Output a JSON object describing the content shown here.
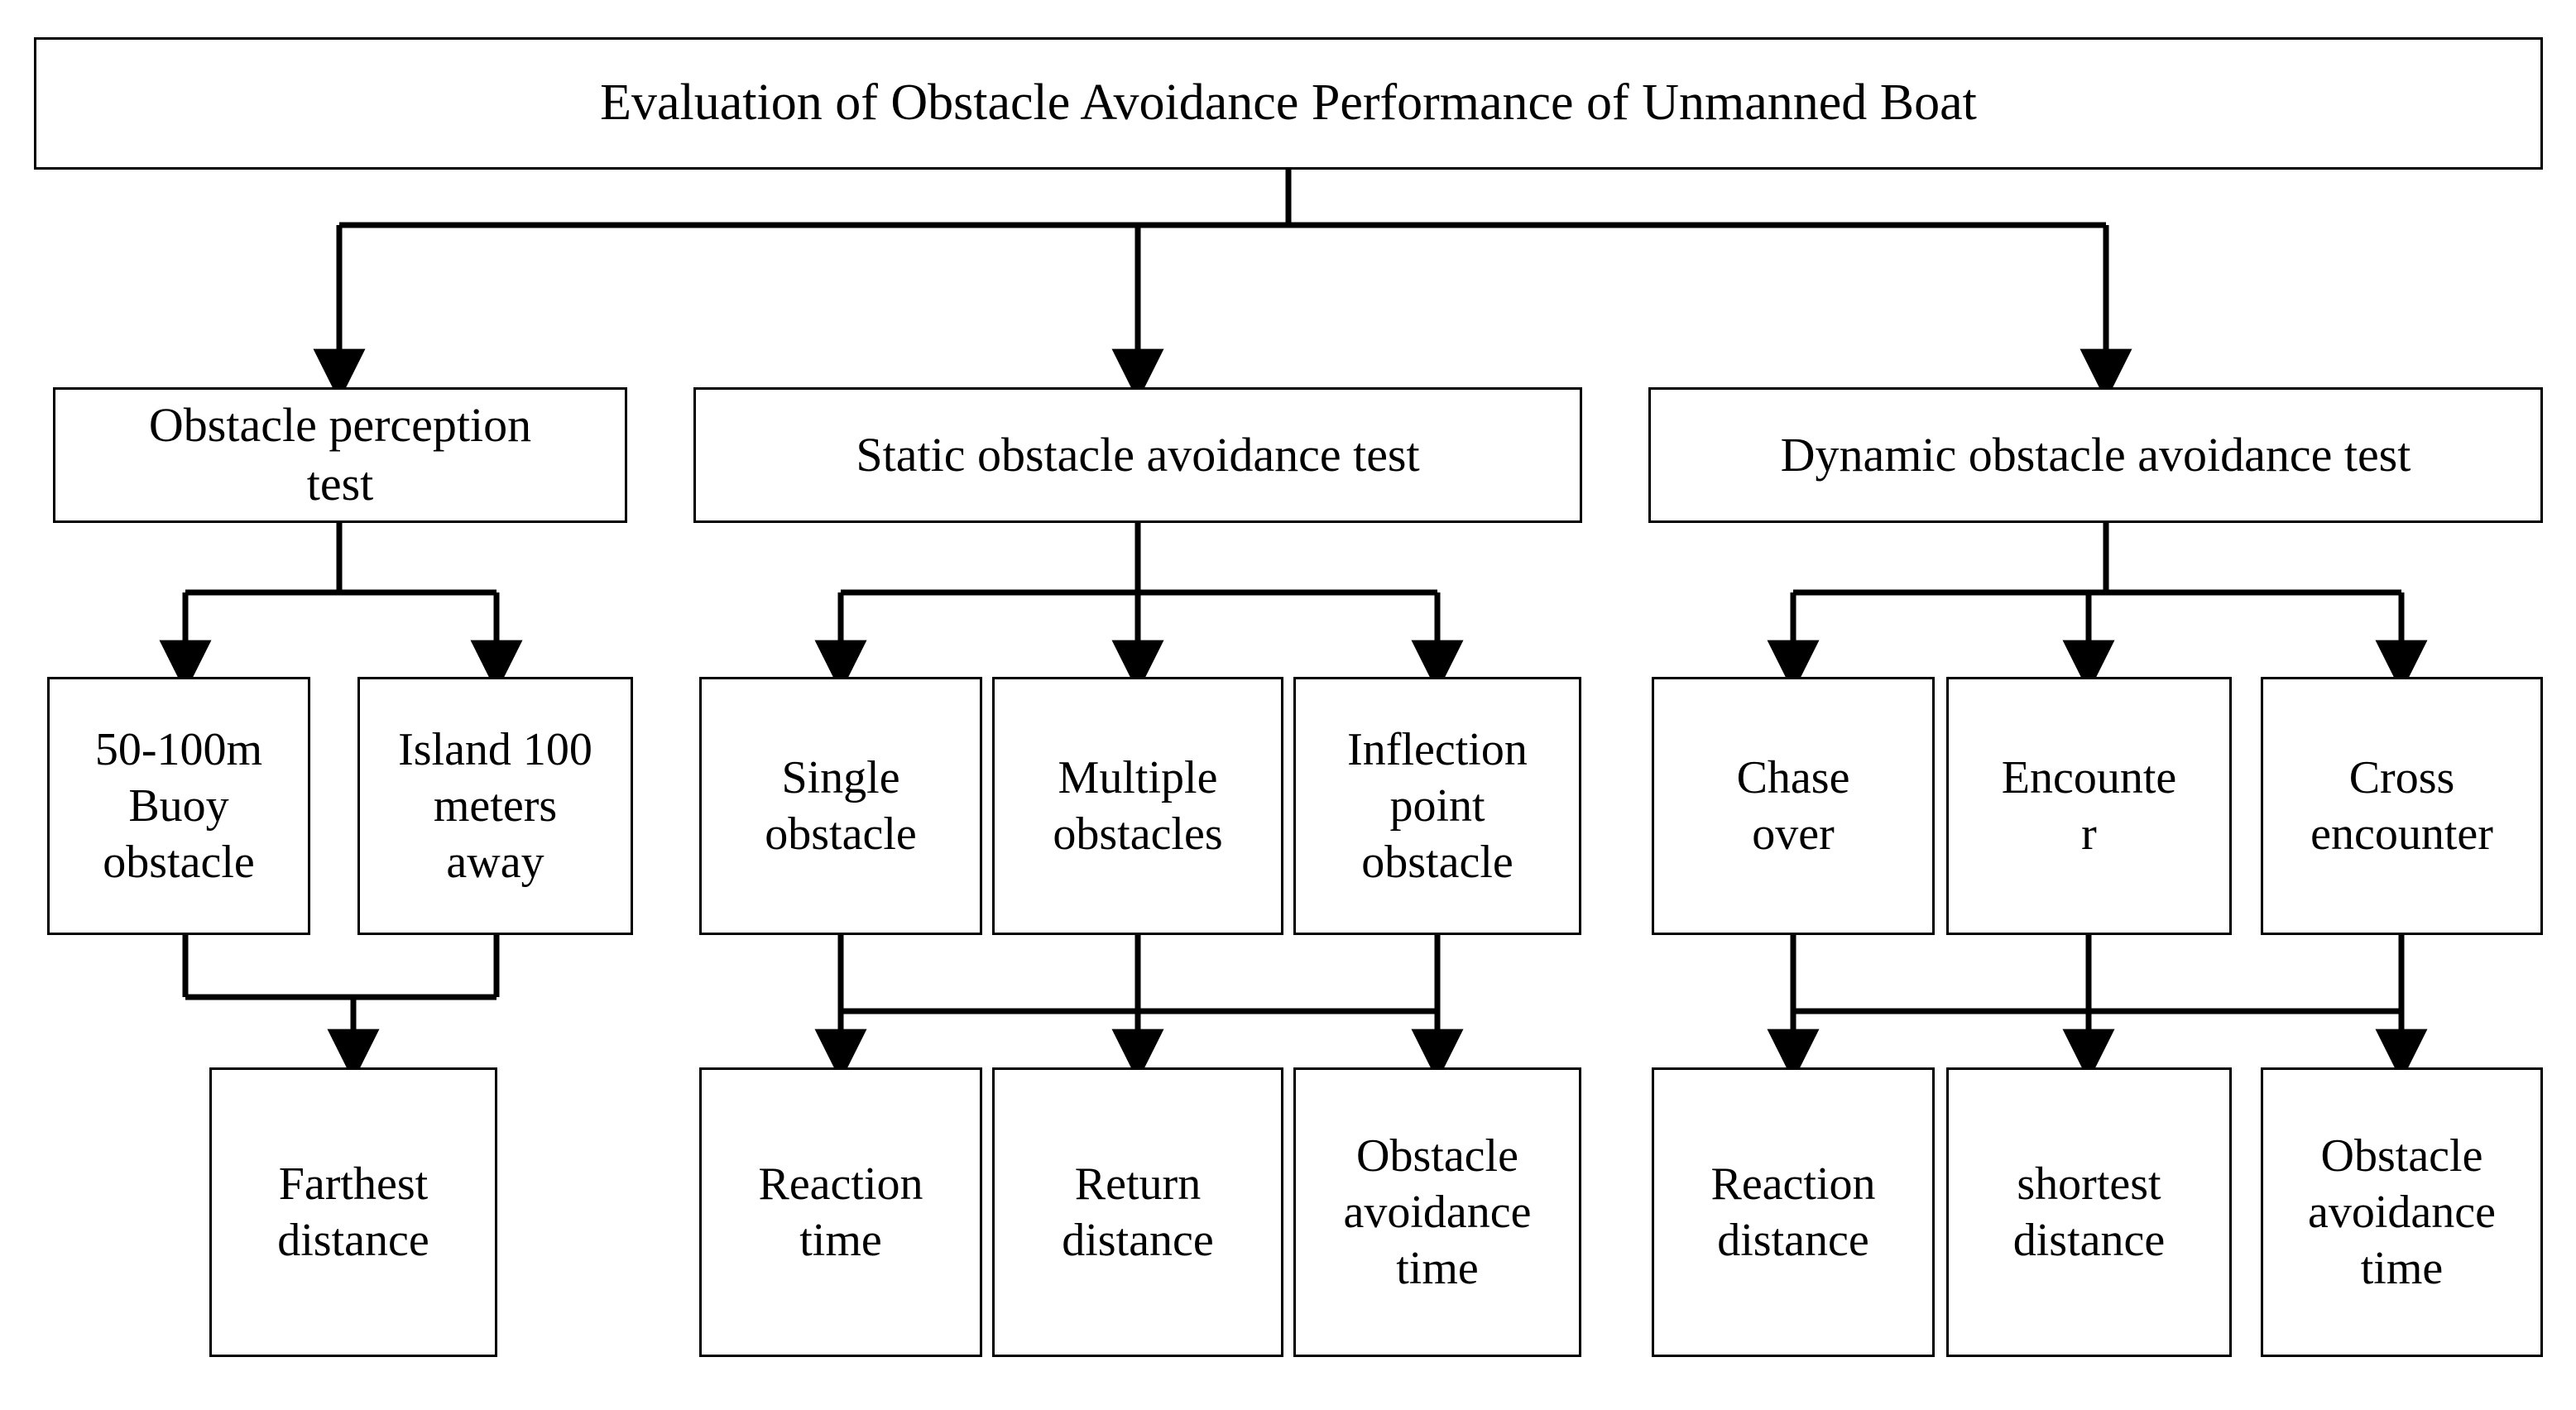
{
  "diagram": {
    "title": "Evaluation of Obstacle Avoidance Performance of Unmanned Boat",
    "root": {
      "label": "Evaluation of Obstacle Avoidance Performance of Unmanned Boat"
    },
    "branches": [
      {
        "label": "Obstacle perception\ntest",
        "children": [
          {
            "label": "50-100m\nBuoy\nobstacle"
          },
          {
            "label": "Island 100\nmeters\naway"
          }
        ],
        "metrics": [
          {
            "label": "Farthest\ndistance"
          }
        ]
      },
      {
        "label": "Static obstacle avoidance test",
        "children": [
          {
            "label": "Single\nobstacle"
          },
          {
            "label": "Multiple\nobstacles"
          },
          {
            "label": "Inflection\npoint\nobstacle"
          }
        ],
        "metrics": [
          {
            "label": "Reaction\ntime"
          },
          {
            "label": "Return\ndistance"
          },
          {
            "label": "Obstacle\navoidance\ntime"
          }
        ]
      },
      {
        "label": "Dynamic obstacle avoidance test",
        "children": [
          {
            "label": "Chase\nover"
          },
          {
            "label": "Encounte\nr"
          },
          {
            "label": "Cross\nencounter"
          }
        ],
        "metrics": [
          {
            "label": "Reaction\ndistance"
          },
          {
            "label": "shortest\ndistance"
          },
          {
            "label": "Obstacle\navoidance\ntime"
          }
        ]
      }
    ],
    "style": {
      "box_border_color": "#000000",
      "box_fill_color": "#ffffff",
      "connector_color": "#000000",
      "text_color": "#000000",
      "background_color": "#ffffff"
    }
  }
}
